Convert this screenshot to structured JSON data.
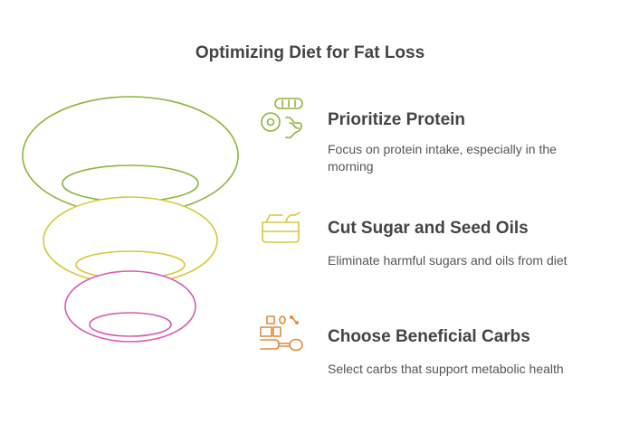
{
  "title": "Optimizing Diet for Fat Loss",
  "colors": {
    "text": "#444444",
    "muted": "#555555",
    "green": "#8db43c",
    "yellow": "#d6c83a",
    "magenta": "#d65bb0",
    "orange": "#e08a3c"
  },
  "items": [
    {
      "icon": "protein-foods-icon",
      "heading": "Prioritize Protein",
      "description": "Focus on protein intake, especially in the morning"
    },
    {
      "icon": "sugar-oil-jar-icon",
      "heading": "Cut Sugar and Seed Oils",
      "description": "Eliminate harmful sugars and oils from diet"
    },
    {
      "icon": "carbs-measure-icon",
      "heading": "Choose Beneficial Carbs",
      "description": "Select carbs that support metabolic health"
    }
  ]
}
